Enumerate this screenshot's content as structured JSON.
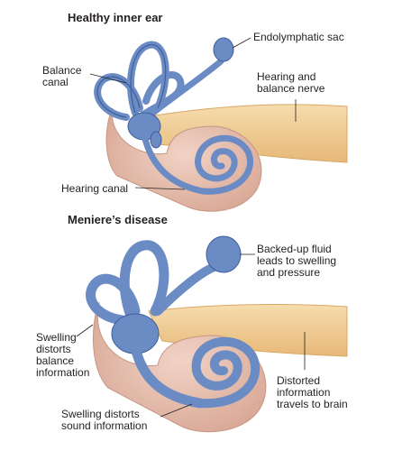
{
  "panels": {
    "healthy": {
      "title": "Healthy inner ear",
      "labels": {
        "endolymphatic_sac": "Endolymphatic sac",
        "balance_canal": "Balance\ncanal",
        "hearing_nerve": "Hearing and\nbalance nerve",
        "hearing_canal": "Hearing canal"
      }
    },
    "meniere": {
      "title": "Meniere’s disease",
      "labels": {
        "backed_up_fluid": "Backed-up fluid\nleads to swelling\nand pressure",
        "swelling_balance": "Swelling\ndistorts\nbalance\ninformation",
        "distorted_info": "Distorted\ninformation\ntravels to brain",
        "swelling_sound": "Swelling distorts\nsound information"
      }
    }
  },
  "colors": {
    "labyrinth_blue": "#6a8bc4",
    "labyrinth_dark": "#3f5e9c",
    "bone_pink": "#e6c2b3",
    "nerve_tan": "#efc98f",
    "leader_line": "#231f20"
  }
}
